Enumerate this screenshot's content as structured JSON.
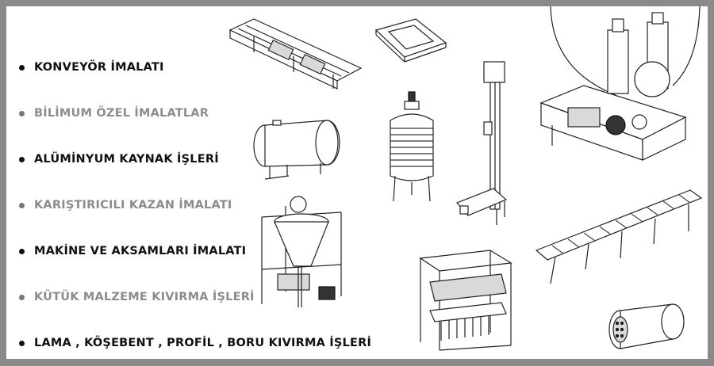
{
  "services": [
    {
      "label": "KONVEYÖR İMALATI",
      "tone": "dark"
    },
    {
      "label": "BİLİMUM ÖZEL İMALATLAR",
      "tone": "light"
    },
    {
      "label": "ALÜMİNYUM KAYNAK İŞLERİ",
      "tone": "dark"
    },
    {
      "label": "KARIŞTIRICILI KAZAN İMALATI",
      "tone": "light"
    },
    {
      "label": "MAKİNE VE AKSAMLARI İMALATI",
      "tone": "dark"
    },
    {
      "label": "KÜTÜK MALZEME KIVIRMA İŞLERİ",
      "tone": "light"
    },
    {
      "label": "LAMA , KÖŞEBENT , PROFİL , BORU KIVIRMA İŞLERİ",
      "tone": "dark"
    }
  ],
  "colors": {
    "frame_border": "#8a8a8a",
    "text_dark": "#111111",
    "text_light": "#8c8c8c",
    "background": "#ffffff"
  },
  "illustrations": [
    "conveyor-drawing",
    "aluminum-frame-drawing",
    "horizontal-tank-drawing",
    "mixer-tank-drawing",
    "bucket-elevator-drawing",
    "industrial-machine-drawing",
    "hopper-silo-drawing",
    "press-machine-drawing",
    "roller-conveyor-drawing",
    "tube-heat-exchanger-drawing"
  ]
}
